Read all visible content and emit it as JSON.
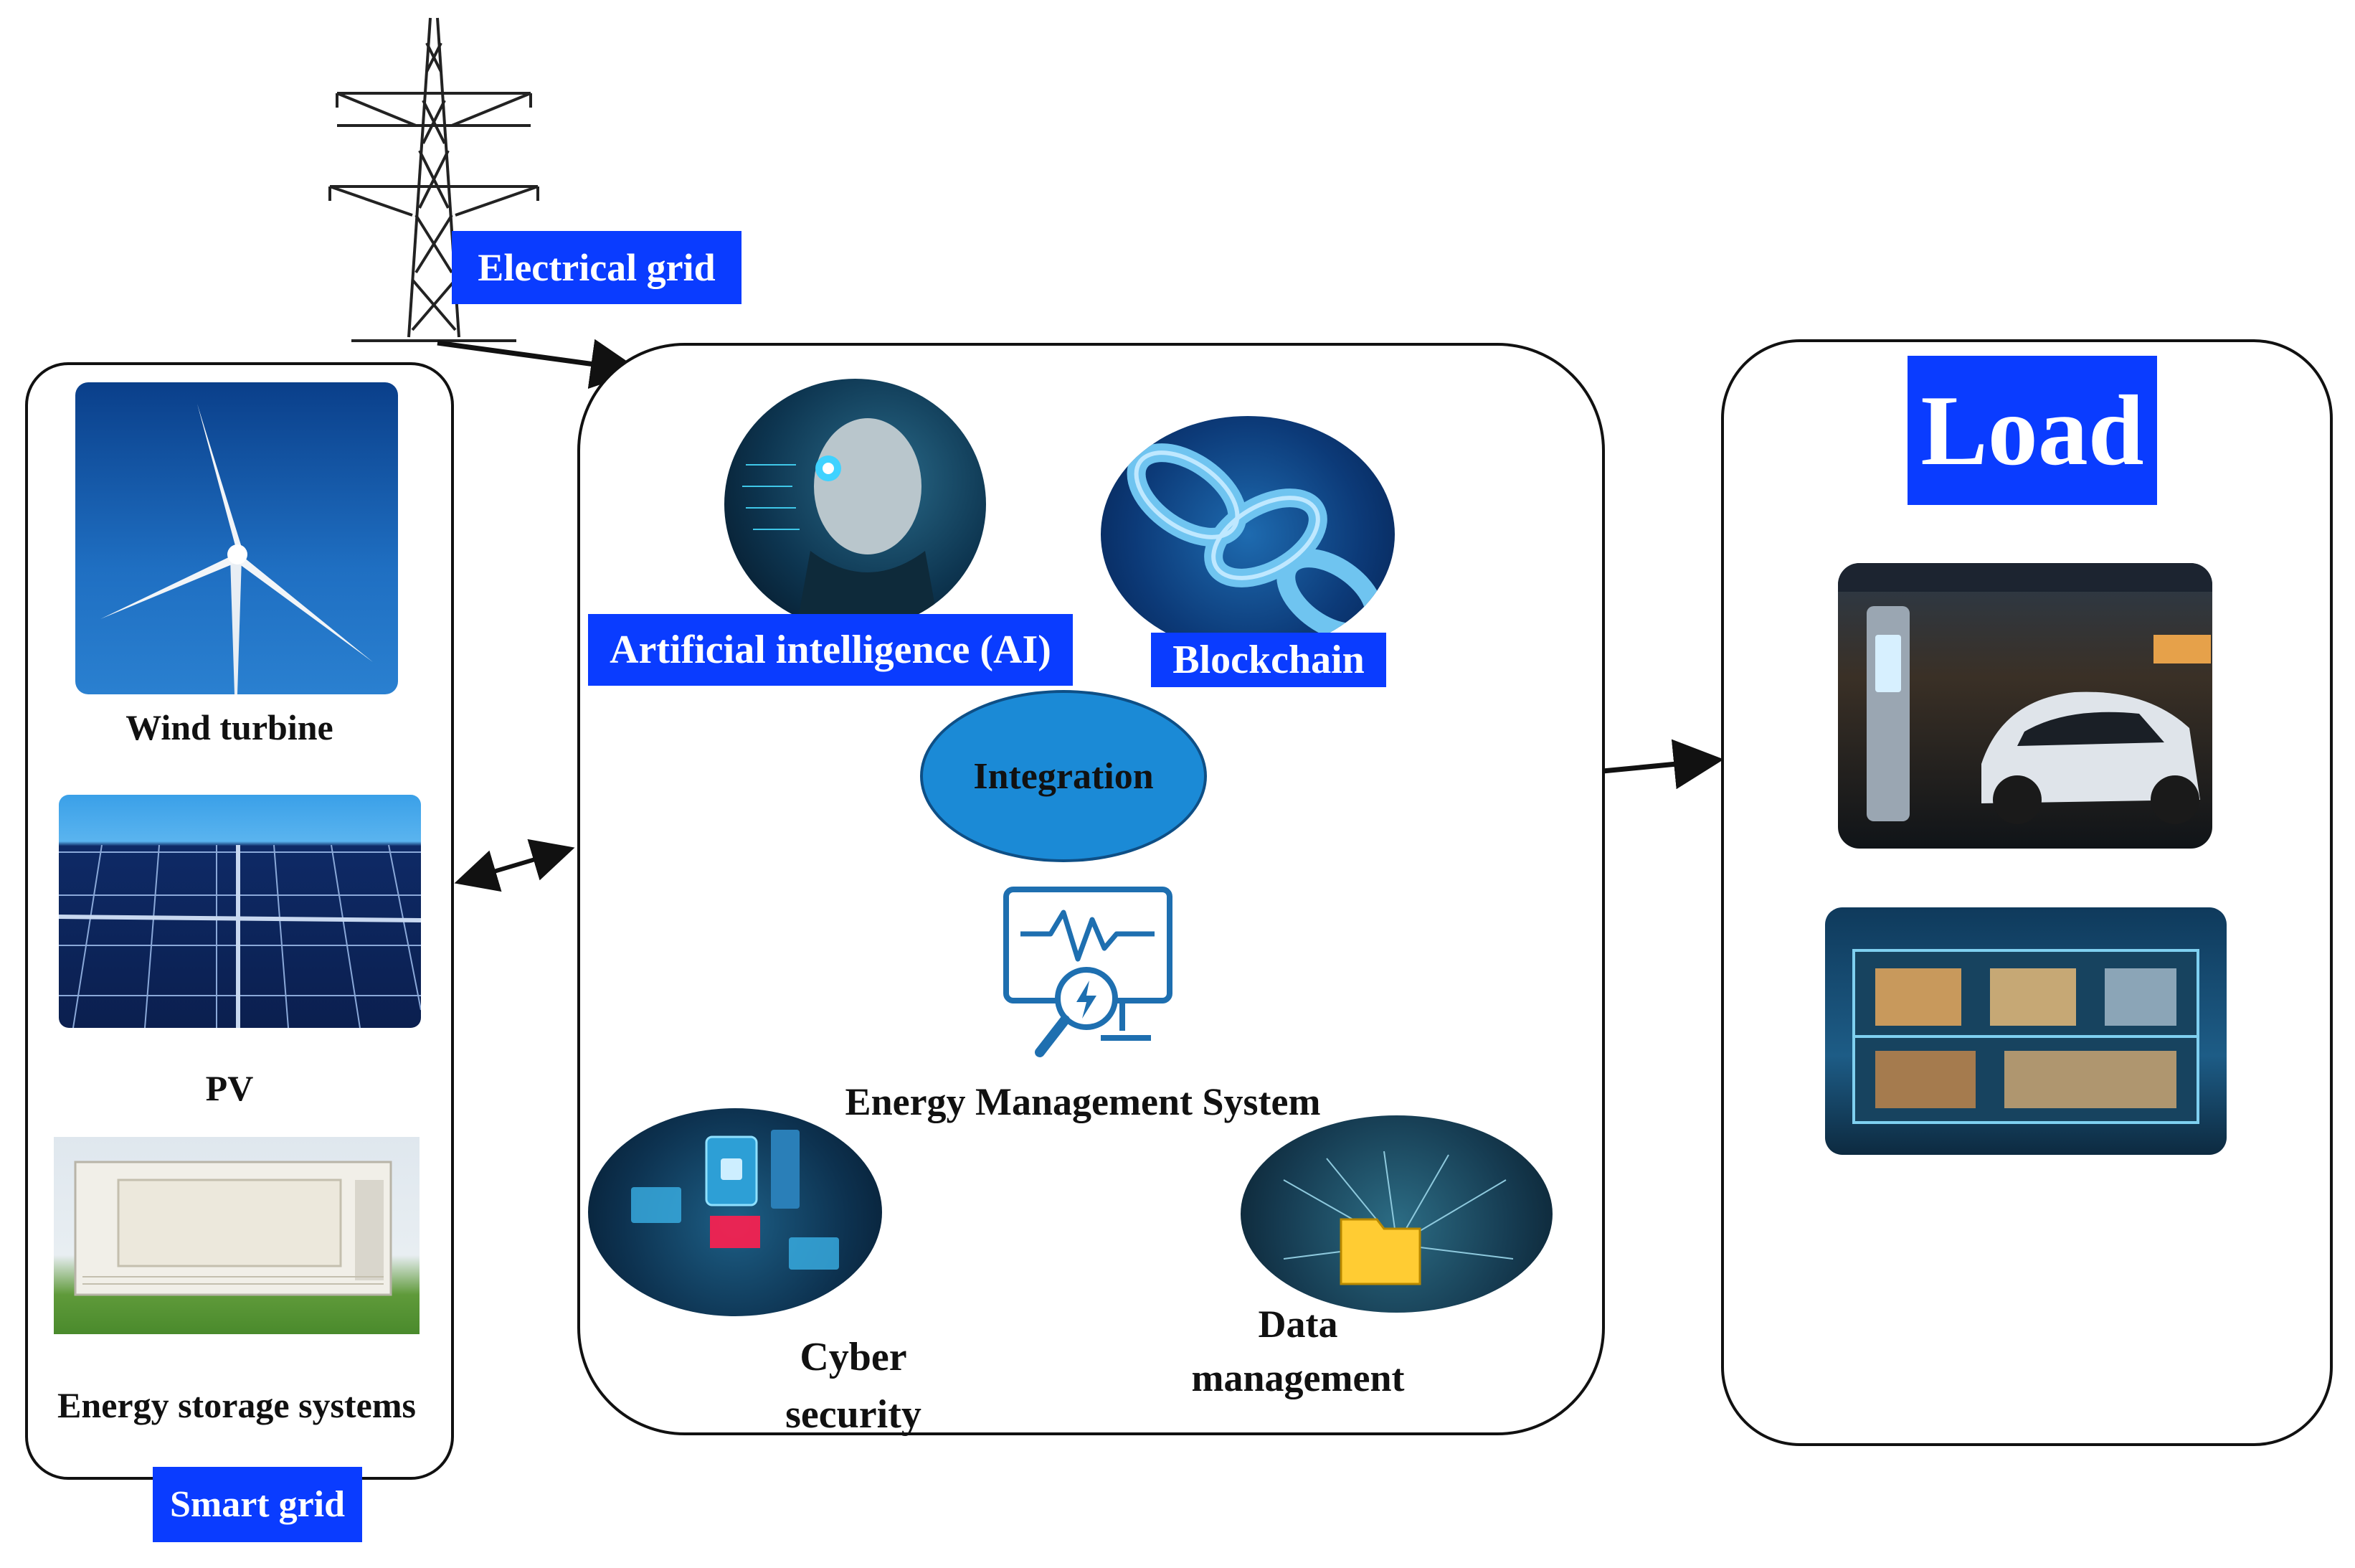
{
  "labels": {
    "electrical_grid": "Electrical grid",
    "smart_grid": "Smart grid",
    "load": "Load",
    "ai": "Artificial intelligence (AI)",
    "blockchain": "Blockchain",
    "integration": "Integration",
    "ems": "Energy Management System",
    "cyber_line1": "Cyber",
    "cyber_line2": "security",
    "data_line1": "Data",
    "data_line2": "management"
  },
  "smart_grid_items": {
    "wind": "Wind turbine",
    "pv": "PV",
    "storage": "Energy storage systems"
  },
  "icons": {
    "tower": "transmission-tower-icon",
    "wind": "wind-turbine-image",
    "pv": "solar-panel-image",
    "storage": "battery-container-image",
    "ai": "ai-robot-image",
    "blockchain": "chain-link-image",
    "ems": "monitor-lightning-icon",
    "cyber": "cyber-lock-image",
    "data": "folder-network-image",
    "ev": "ev-charging-image",
    "house": "smart-house-image"
  },
  "colors": {
    "label_blue": "#0a3cff",
    "integration_fill": "#1b8ad6",
    "ems_icon": "#1e6fb0"
  }
}
